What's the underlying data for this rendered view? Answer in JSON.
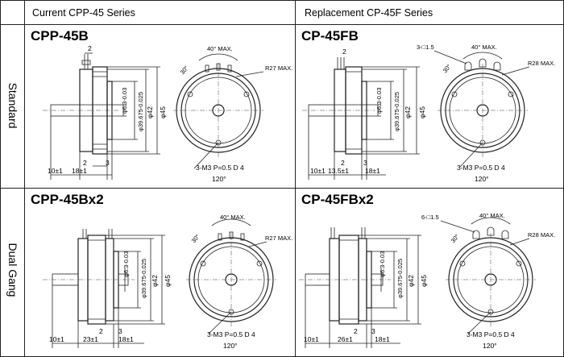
{
  "headers": {
    "current": "Current CPP-45 Series",
    "replacement": "Replacement CP-45F Series"
  },
  "rows": {
    "standard": "Standard",
    "dual": "Dual Gang"
  },
  "cells": {
    "cpp45b": {
      "model": "CPP-45B",
      "d2": "2",
      "d_shaft": "φ6.3-0.03",
      "d_pilot": "φ39.675-0.025",
      "d_42": "φ42",
      "d_45": "φ45",
      "d_10": "10±1",
      "d_18": "18±1",
      "d_2b": "2",
      "d_3": "3",
      "angle": "40° MAX.",
      "r": "R27 MAX.",
      "deg30": "30°",
      "screw": "3-M3 P=0.5  D 4",
      "deg120": "120°"
    },
    "cp45fb": {
      "model": "CP-45FB",
      "holes": "3-□1.5",
      "d2": "2",
      "d_shaft": "φ6.3-0.03",
      "d_pilot": "φ39.675-0.025",
      "d_42": "φ42",
      "d_45": "φ45",
      "d_10": "10±1",
      "d_135": "13.5±1",
      "d_18": "18±1",
      "d_2b": "2",
      "d_3": "3",
      "angle": "40° MAX.",
      "r": "R28 MAX.",
      "deg30": "30°",
      "screw": "3-M3 P=0.5  D 4",
      "deg120": "120°"
    },
    "cpp45bx2": {
      "model": "CPP-45Bx2",
      "d_shaft": "φ6.3-0.03",
      "d_pilot": "φ39.675-0.025",
      "d_42": "φ42",
      "d_45": "φ45",
      "d_10": "10±1",
      "d_23": "23±1",
      "d_18": "18±1",
      "d_2": "2",
      "d_3": "3",
      "angle": "40° MAX.",
      "r": "R27 MAX.",
      "deg30": "30°",
      "screw": "3-M3 P=0.5  D 4",
      "deg120": "120°"
    },
    "cp45fbx2": {
      "model": "CP-45FBx2",
      "holes": "6-□1.5",
      "d_shaft": "φ6.3-0.03",
      "d_pilot": "φ39.675-0.025",
      "d_42": "φ42",
      "d_45": "φ45",
      "d_10": "10±1",
      "d_26": "26±1",
      "d_18": "18±1",
      "d_2": "2",
      "d_3": "3",
      "angle": "40° MAX.",
      "r": "R28 MAX.",
      "deg30": "30°",
      "screw": "3-M3 P=0.5  D 4",
      "deg120": "120°"
    }
  }
}
